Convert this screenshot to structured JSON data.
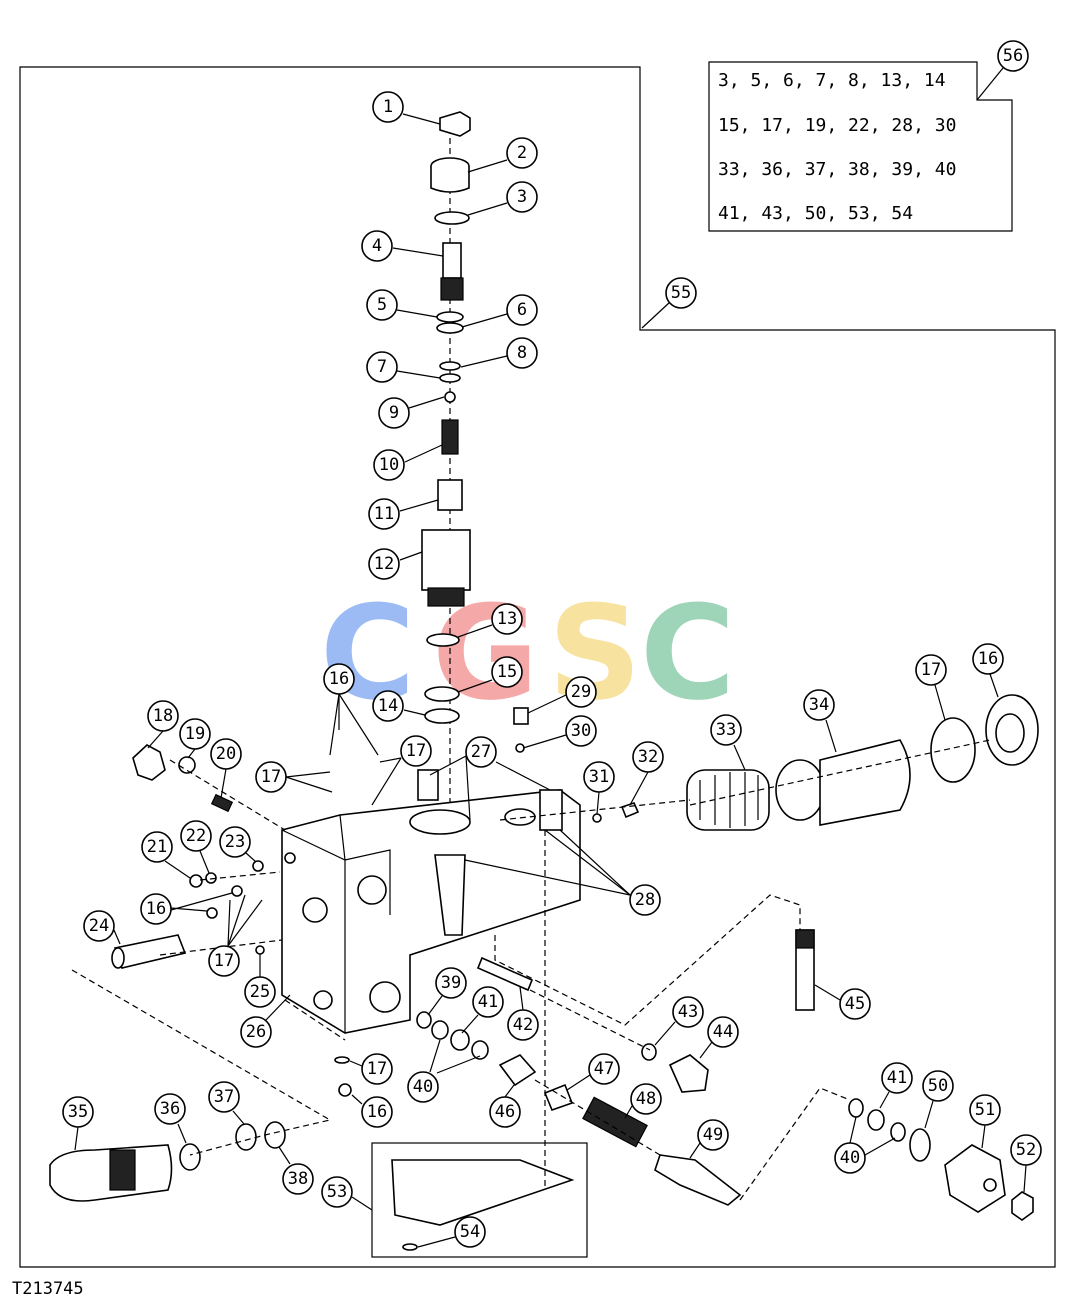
{
  "figure_id": "T213745",
  "watermark": {
    "letters": [
      "C",
      "G",
      "S",
      "C"
    ],
    "colors": [
      "#5b8ff0",
      "#f07070",
      "#f5d060",
      "#5fb88a"
    ]
  },
  "kit_box": {
    "callout": "56",
    "lines": [
      "3, 5, 6, 7, 8, 13, 14",
      "15, 17, 19, 22, 28, 30",
      "33, 36, 37, 38, 39, 40",
      "41, 43, 50, 53, 54"
    ]
  },
  "assembly_callout": "55",
  "callouts": [
    {
      "label": "1"
    },
    {
      "label": "2"
    },
    {
      "label": "3"
    },
    {
      "label": "4"
    },
    {
      "label": "5"
    },
    {
      "label": "6"
    },
    {
      "label": "7"
    },
    {
      "label": "8"
    },
    {
      "label": "9"
    },
    {
      "label": "10"
    },
    {
      "label": "11"
    },
    {
      "label": "12"
    },
    {
      "label": "13"
    },
    {
      "label": "14"
    },
    {
      "label": "15"
    },
    {
      "label": "16"
    },
    {
      "label": "18"
    },
    {
      "label": "19"
    },
    {
      "label": "20"
    },
    {
      "label": "17"
    },
    {
      "label": "17"
    },
    {
      "label": "27"
    },
    {
      "label": "29"
    },
    {
      "label": "30"
    },
    {
      "label": "31"
    },
    {
      "label": "32"
    },
    {
      "label": "33"
    },
    {
      "label": "34"
    },
    {
      "label": "17"
    },
    {
      "label": "16"
    },
    {
      "label": "21"
    },
    {
      "label": "22"
    },
    {
      "label": "23"
    },
    {
      "label": "16"
    },
    {
      "label": "17"
    },
    {
      "label": "24"
    },
    {
      "label": "25"
    },
    {
      "label": "26"
    },
    {
      "label": "28"
    },
    {
      "label": "45"
    },
    {
      "label": "39"
    },
    {
      "label": "41"
    },
    {
      "label": "42"
    },
    {
      "label": "40"
    },
    {
      "label": "43"
    },
    {
      "label": "44"
    },
    {
      "label": "17"
    },
    {
      "label": "16"
    },
    {
      "label": "46"
    },
    {
      "label": "47"
    },
    {
      "label": "48"
    },
    {
      "label": "49"
    },
    {
      "label": "35"
    },
    {
      "label": "36"
    },
    {
      "label": "37"
    },
    {
      "label": "38"
    },
    {
      "label": "53"
    },
    {
      "label": "54"
    },
    {
      "label": "41"
    },
    {
      "label": "50"
    },
    {
      "label": "51"
    },
    {
      "label": "40"
    },
    {
      "label": "52"
    }
  ]
}
